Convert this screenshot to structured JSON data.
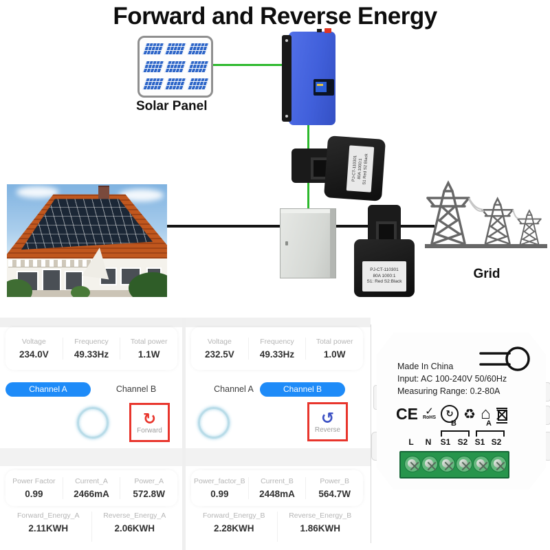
{
  "title": "Forward and Reverse Energy",
  "colors": {
    "accent_blue": "#1e8bf8",
    "alert_red": "#e8352c",
    "forward_red": "#e8352c",
    "reverse_blue": "#3c51c4",
    "line_green": "#2cb82c"
  },
  "icons": {
    "forward_glyph": "↻",
    "reverse_glyph": "↺",
    "check_glyph": "✓",
    "green_dot_glyph": "↻",
    "recycle_glyph": "♻",
    "house_glyph": "⌂"
  },
  "diagram": {
    "solar_panel_label": "Solar Panel",
    "grid_label": "Grid",
    "ct1": {
      "line1": "PJ-CT-110301",
      "line2": "80A 1000:1",
      "line3": "S1 Red S2 Black"
    },
    "ct2": {
      "line1": "PJ-CT-110301",
      "line2": "80A 1000:1",
      "line3": "S1: Red S2:Black"
    }
  },
  "panel_a": {
    "voltage_label": "Voltage",
    "voltage_value": "234.0V",
    "frequency_label": "Frequency",
    "frequency_value": "49.33Hz",
    "total_power_label": "Total power",
    "total_power_value": "1.1W",
    "tab_a": "Channel A",
    "tab_b": "Channel B",
    "direction_label": "Forward",
    "power_factor_label": "Power Factor",
    "power_factor_value": "0.99",
    "current_label": "Current_A",
    "current_value": "2466mA",
    "power_label": "Power_A",
    "power_value": "572.8W",
    "forward_energy_label": "Forward_Energy_A",
    "forward_energy_value": "2.11KWH",
    "reverse_energy_label": "Reverse_Energy_A",
    "reverse_energy_value": "2.06KWH"
  },
  "panel_b": {
    "voltage_label": "Voltage",
    "voltage_value": "232.5V",
    "frequency_label": "Frequency",
    "frequency_value": "49.33Hz",
    "total_power_label": "Total power",
    "total_power_value": "1.0W",
    "tab_a": "Channel A",
    "tab_b": "Channel B",
    "direction_label": "Reverse",
    "power_factor_label": "Power_factor_B",
    "power_factor_value": "0.99",
    "current_label": "Current_B",
    "current_value": "2448mA",
    "power_label": "Power_B",
    "power_value": "564.7W",
    "forward_energy_label": "Forward_Energy_B",
    "forward_energy_value": "2.28KWH",
    "reverse_energy_label": "Reverse_Energy_B",
    "reverse_energy_value": "1.86KWH"
  },
  "device": {
    "line1": "Made In China",
    "line2": "Input: AC 100-240V 50/60Hz",
    "line3": "Measuring Range: 0.2-80A",
    "ce_mark": "CE",
    "rohs_label": "RoHS",
    "group_b_label": "B",
    "group_a_label": "A",
    "terminals": [
      "L",
      "N",
      "S1",
      "S2",
      "S1",
      "S2"
    ]
  }
}
